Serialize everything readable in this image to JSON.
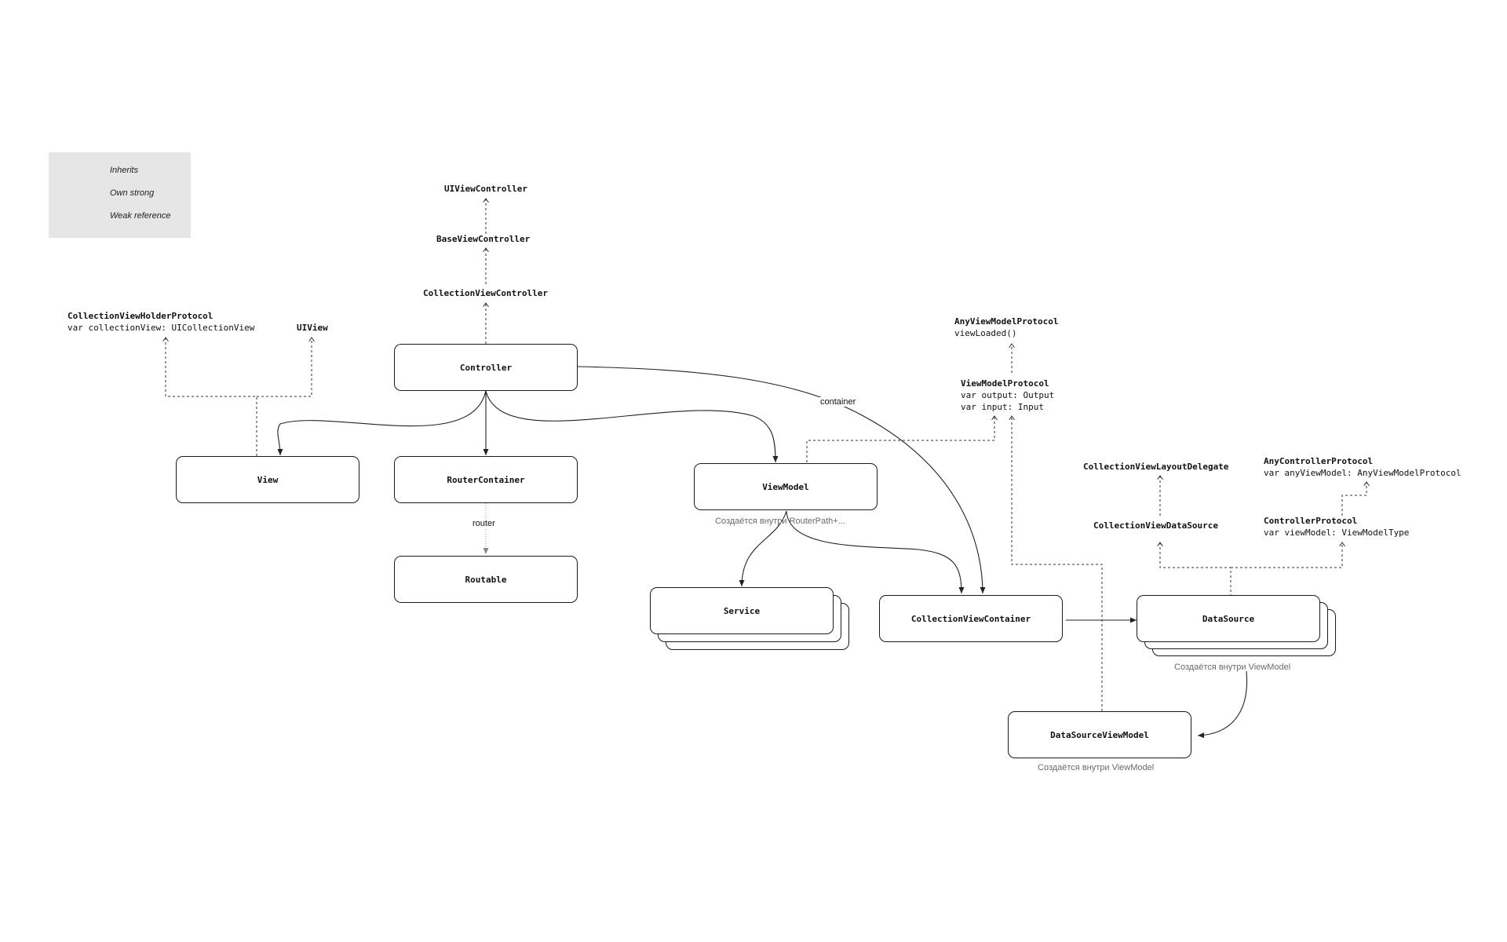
{
  "legend": {
    "inherits": "Inherits",
    "own_strong": "Own strong",
    "weak_reference": "Weak reference"
  },
  "nodes": {
    "controller": "Controller",
    "view": "View",
    "router_container": "RouterContainer",
    "routable": "Routable",
    "view_model": "ViewModel",
    "service": "Service",
    "collection_view_container": "CollectionViewContainer",
    "data_source": "DataSource",
    "data_source_view_model": "DataSourceViewModel"
  },
  "protocols": {
    "ui_view_controller": "UIViewController",
    "base_view_controller": "BaseViewController",
    "collection_view_controller": "CollectionViewController",
    "collection_view_holder_protocol": {
      "title": "CollectionViewHolderProtocol",
      "members": [
        "var collectionView: UICollectionView"
      ]
    },
    "ui_view": "UIView",
    "any_view_model_protocol": {
      "title": "AnyViewModelProtocol",
      "members": [
        "viewLoaded()"
      ]
    },
    "view_model_protocol": {
      "title": "ViewModelProtocol",
      "members": [
        "var output: Output",
        "var input: Input"
      ]
    },
    "collection_view_layout_delegate": "CollectionViewLayoutDelegate",
    "collection_view_data_source": "CollectionViewDataSource",
    "any_controller_protocol": {
      "title": "AnyControllerProtocol",
      "members": [
        "var anyViewModel: AnyViewModelProtocol"
      ]
    },
    "controller_protocol": {
      "title": "ControllerProtocol",
      "members": [
        "var viewModel: ViewModelType"
      ]
    }
  },
  "notes": {
    "view_model": "Создаётся внутри RouterPath+...",
    "data_source": "Создаётся внутри ViewModel",
    "data_source_view_model": "Создаётся внутри ViewModel"
  },
  "edge_labels": {
    "router": "router",
    "container": "container"
  }
}
